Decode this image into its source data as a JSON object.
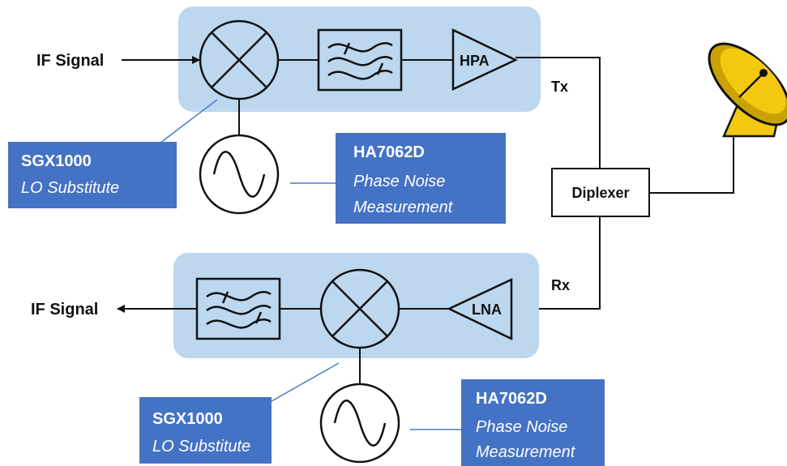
{
  "tx_chain": {
    "input_label": "IF Signal",
    "amplifier_label": "HPA",
    "path_label": "Tx"
  },
  "rx_chain": {
    "output_label": "IF Signal",
    "amplifier_label": "LNA",
    "path_label": "Rx"
  },
  "diplexer_label": "Diplexer",
  "callouts": {
    "tx_lo": {
      "title": "SGX1000",
      "subtitle": "LO Substitute"
    },
    "tx_pn": {
      "title": "HA7062D",
      "line1": "Phase Noise",
      "line2": "Measurement"
    },
    "rx_lo": {
      "title": "SGX1000",
      "subtitle": "LO Substitute"
    },
    "rx_pn": {
      "title": "HA7062D",
      "line1": "Phase Noise",
      "line2": "Measurement"
    }
  },
  "colors": {
    "module_fill": "#bcd7ee",
    "callout_fill": "#4472c4",
    "leader_line": "#4a7bc8",
    "dish": "#f2c811",
    "dish_dark": "#8a6d00"
  },
  "icons": [
    "mixer-icon",
    "bandpass-filter-icon",
    "amplifier-icon",
    "oscillator-icon",
    "satellite-dish-icon",
    "arrow-icon"
  ]
}
